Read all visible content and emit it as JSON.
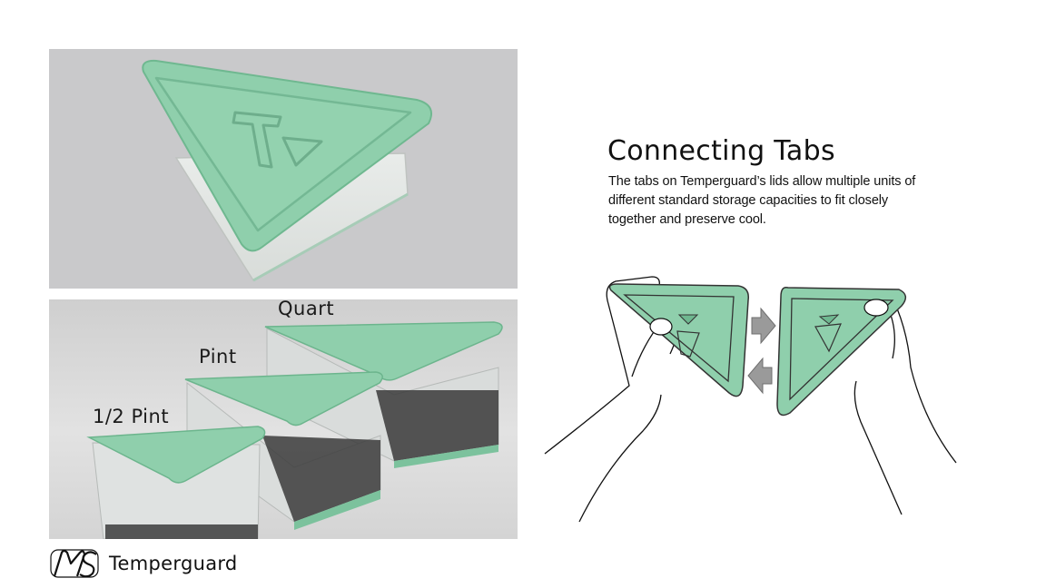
{
  "product_image_top": {
    "alt": ""
  },
  "product_image_bottom": {
    "labels": {
      "quart": "Quart",
      "pint": "Pint",
      "half_pint": "1/2 Pint"
    }
  },
  "feature": {
    "title": "Connecting Tabs",
    "description": "The tabs on Temperguard’s lids allow multiple units of different standard storage capacities to fit closely together and preserve cool."
  },
  "brand": {
    "logo_text": "MS",
    "name": "Temperguard"
  },
  "colors": {
    "lid_green": "#8fcfac",
    "lid_dark": "#5fa882",
    "panel_gray": "#c9c9cb",
    "arrow_gray": "#9a9a9a"
  }
}
